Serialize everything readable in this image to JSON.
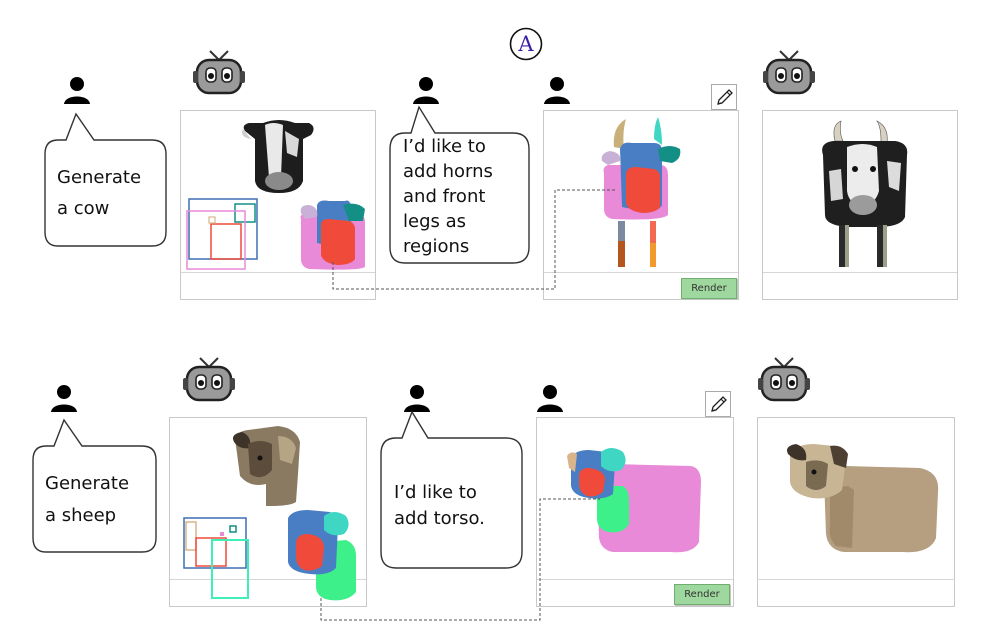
{
  "header": {
    "badge_glyph": "A"
  },
  "row1": {
    "user_prompt": [
      "Generate",
      "a cow"
    ],
    "user_followup": [
      "I’d like to",
      "add horns",
      "and front",
      "legs as",
      "regions"
    ],
    "render_label": "Render"
  },
  "row2": {
    "user_prompt": [
      "Generate",
      "a sheep"
    ],
    "user_followup": [
      "I’d like to",
      "add torso."
    ],
    "render_label": "Render"
  },
  "icons": [
    "user-icon",
    "robot-icon",
    "pencil-icon",
    "logo-badge-icon"
  ],
  "colors": {
    "head_blue": "#4a7ec4",
    "muzzle_red": "#f04a3a",
    "body_pink": "#e98ad8",
    "ear_teal": "#138f86",
    "torso_green": "#3ef08a",
    "render_green": "#9fd89f"
  }
}
